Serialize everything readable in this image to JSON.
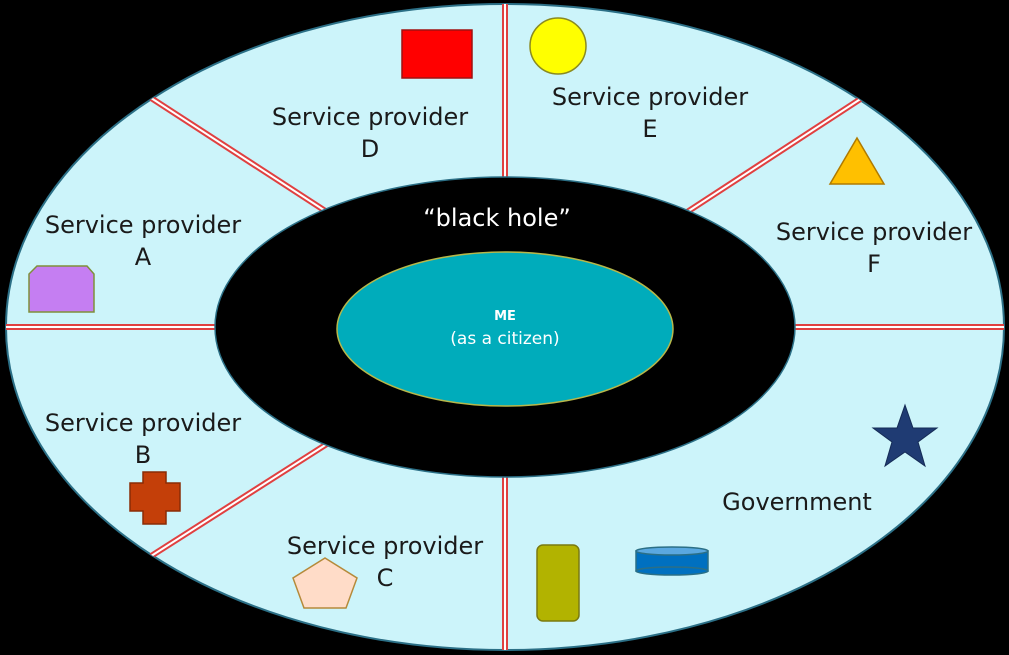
{
  "diagram": {
    "colors": {
      "background": "#000000",
      "outer_ring": "#ccf4fa",
      "ring_stroke": "#2b6f86",
      "divider": "#e04040",
      "black_hole": "#000000",
      "core": "#00acbb"
    },
    "segments": [
      {
        "id": "a",
        "label_line1": "Service provider",
        "label_line2": "A",
        "icon": "purple-cut-rectangle-icon",
        "icon_color": "#c57ef2"
      },
      {
        "id": "b",
        "label_line1": "Service provider",
        "label_line2": "B",
        "icon": "cross-plus-icon",
        "icon_color": "#c43f09"
      },
      {
        "id": "c",
        "label_line1": "Service provider",
        "label_line2": "C",
        "icon": "pentagon-icon",
        "icon_color": "#ffdcc8"
      },
      {
        "id": "d",
        "label_line1": "Service provider",
        "label_line2": "D",
        "icon": "red-rectangle-icon",
        "icon_color": "#ff0000"
      },
      {
        "id": "e",
        "label_line1": "Service provider",
        "label_line2": "E",
        "icon": "yellow-circle-icon",
        "icon_color": "#ffff00"
      },
      {
        "id": "f",
        "label_line1": "Service provider",
        "label_line2": "F",
        "icon": "triangle-icon",
        "icon_color": "#ffc000"
      }
    ],
    "government": {
      "label": "Government",
      "icons": [
        {
          "name": "star-icon",
          "color": "#1f3b73"
        },
        {
          "name": "rounded-rectangle-icon",
          "color": "#b2b300"
        },
        {
          "name": "cylinder-icon",
          "color": "#0070c0"
        }
      ]
    },
    "black_hole": {
      "label": "“black hole”"
    },
    "core": {
      "title": "ME",
      "subtitle": "(as a citizen)"
    }
  }
}
